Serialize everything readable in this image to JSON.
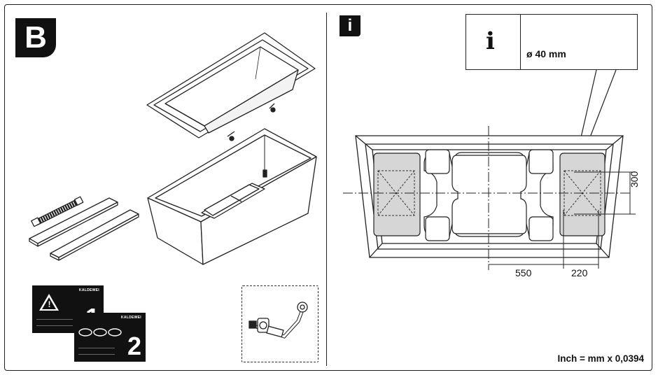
{
  "left_panel": {
    "step_label": "B",
    "document_1": {
      "number": "1",
      "brand": "KALDEWEI"
    },
    "document_2": {
      "number": "2",
      "brand": "KALDEWEI"
    }
  },
  "right_panel": {
    "info_icon": "i",
    "callout": {
      "icon": "i",
      "pipe_label": "ø 40 mm"
    },
    "dimensions": {
      "width_center": "550",
      "width_side": "220",
      "height": "300"
    },
    "conversion_note": "Inch = mm x 0,0394"
  },
  "colors": {
    "ink": "#111111",
    "support_fill": "#d6d6d6"
  }
}
